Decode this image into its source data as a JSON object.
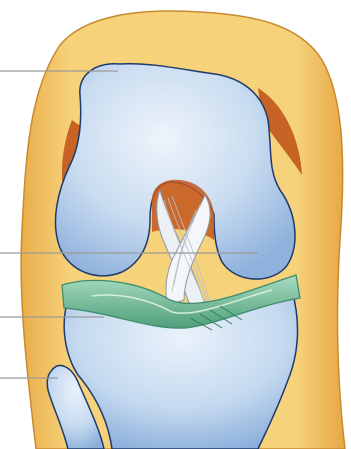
{
  "palette": {
    "background": "#ffffff",
    "skin": "#f3c766",
    "skin_shadow": "#dfa443",
    "muscle": "#c2571c",
    "bone": "#c9dcf0",
    "bone_shadow": "#8fb1dc",
    "bone_outline": "#1e3a6e",
    "meniscus": "#7fc5a0",
    "meniscus_dark": "#3e8c6c",
    "ligament": "#eceff3",
    "leader_line": "#9a9a9a"
  },
  "diagram": {
    "structures": [
      "femur",
      "femoral-condyle",
      "cruciate-ligaments",
      "meniscus",
      "tibia",
      "fibula",
      "soft-tissue-outline"
    ],
    "label_lines_count": 4,
    "labels_visible": false
  }
}
